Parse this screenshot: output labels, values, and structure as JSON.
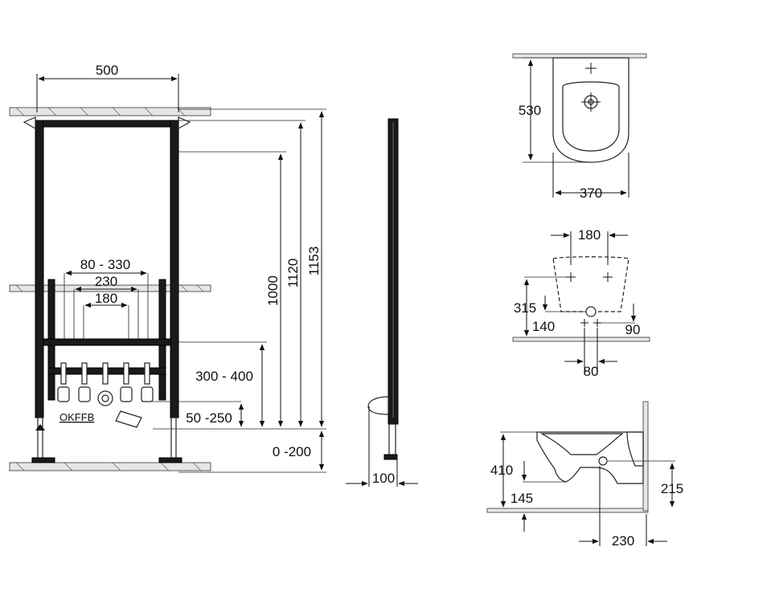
{
  "front_view": {
    "width_label": "500",
    "fixing_spacings": [
      "80 - 330",
      "230",
      "180"
    ],
    "dims_right": [
      "1000",
      "1120",
      "1153"
    ],
    "bracket_height": "300 - 400",
    "drain_height": "50 -250",
    "floor_adjust": "0 -200",
    "floor_marker": "OKFFB"
  },
  "side_view": {
    "depth_label": "100"
  },
  "top_view": {
    "length_label": "530",
    "width_label": "370"
  },
  "rear_view": {
    "fixing_spacing": "180",
    "fixing_height": "315",
    "supply_height": "140",
    "outlet_offset": "90",
    "supply_spacing": "80"
  },
  "section_view": {
    "rim_height": "410",
    "base_height": "145",
    "outlet_height": "215",
    "outlet_distance": "230"
  }
}
